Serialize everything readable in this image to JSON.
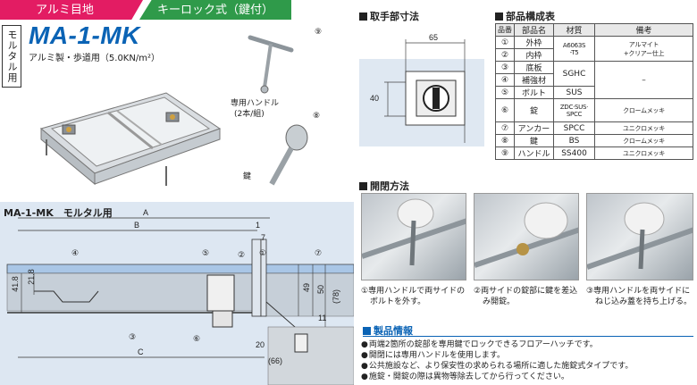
{
  "header": {
    "tag_aluminum": "アルミ目地",
    "tag_keylock": "キーロック式（鍵付）",
    "category_vertical": "モルタル用",
    "model": "MA-1-MK",
    "spec": "アルミ製・歩道用（5.0KN/m²）"
  },
  "accessories": {
    "handle_number": "⑨",
    "handle_label": "専用ハンドル",
    "handle_qty": "(2本/組)",
    "key_number": "⑧",
    "key_label": "鍵"
  },
  "handle_dims": {
    "title": "取手部寸法",
    "width": "65",
    "height": "40"
  },
  "parts_table": {
    "title": "部品構成表",
    "headers": [
      "品番",
      "部品名",
      "材質",
      "備考"
    ],
    "rows": [
      {
        "no": "①",
        "name": "外枠",
        "material": "A6063S\n-T5",
        "note": "アルマイト\n+クリアー仕上"
      },
      {
        "no": "②",
        "name": "内枠",
        "material": "",
        "note": ""
      },
      {
        "no": "③",
        "name": "底板",
        "material": "SGHC",
        "note": "–"
      },
      {
        "no": "④",
        "name": "補強材",
        "material": "",
        "note": ""
      },
      {
        "no": "⑤",
        "name": "ボルト",
        "material": "SUS",
        "note": ""
      },
      {
        "no": "⑥",
        "name": "錠",
        "material": "ZDC·SUS·\nSPCC",
        "note": "クロームメッキ"
      },
      {
        "no": "⑦",
        "name": "アンカー",
        "material": "SPCC",
        "note": "ユニクロメッキ"
      },
      {
        "no": "⑧",
        "name": "鍵",
        "material": "BS",
        "note": "クロームメッキ"
      },
      {
        "no": "⑨",
        "name": "ハンドル",
        "material": "SS400",
        "note": "ユニクロメッキ"
      }
    ]
  },
  "opening": {
    "title": "開閉方法",
    "steps": [
      {
        "caption_1": "①専用ハンドルで両サイドの",
        "caption_2": "ボルトを外す。"
      },
      {
        "caption_1": "②両サイドの錠部に鍵を差込",
        "caption_2": "み開錠。"
      },
      {
        "caption_1": "③専用ハンドルを両サイドに",
        "caption_2": "ねじ込み蓋を持ち上げる。"
      }
    ]
  },
  "section_drawing": {
    "title": "MA-1-MK　モルタル用",
    "dim_A": "A",
    "dim_B": "B",
    "dim_C": "C",
    "dim_1": "1",
    "dim_7": "7",
    "dim_41_8": "41.8",
    "dim_21_8": "21.8",
    "dim_49": "49",
    "dim_50": "50",
    "dim_78": "(78)",
    "dim_11": "11",
    "dim_20": "20",
    "dim_66": "(66)",
    "callouts": [
      "①",
      "②",
      "③",
      "④",
      "⑤",
      "⑥",
      "⑦"
    ]
  },
  "product_info": {
    "title": "製品情報",
    "items": [
      "両端2箇所の錠部を専用鍵でロックできるフロアーハッチです。",
      "開閉には専用ハンドルを使用します。",
      "公共施設など、より保安性の求められる場所に適した施錠式タイプです。",
      "施錠・開錠の際は異物等除去してから行ってください。"
    ]
  }
}
